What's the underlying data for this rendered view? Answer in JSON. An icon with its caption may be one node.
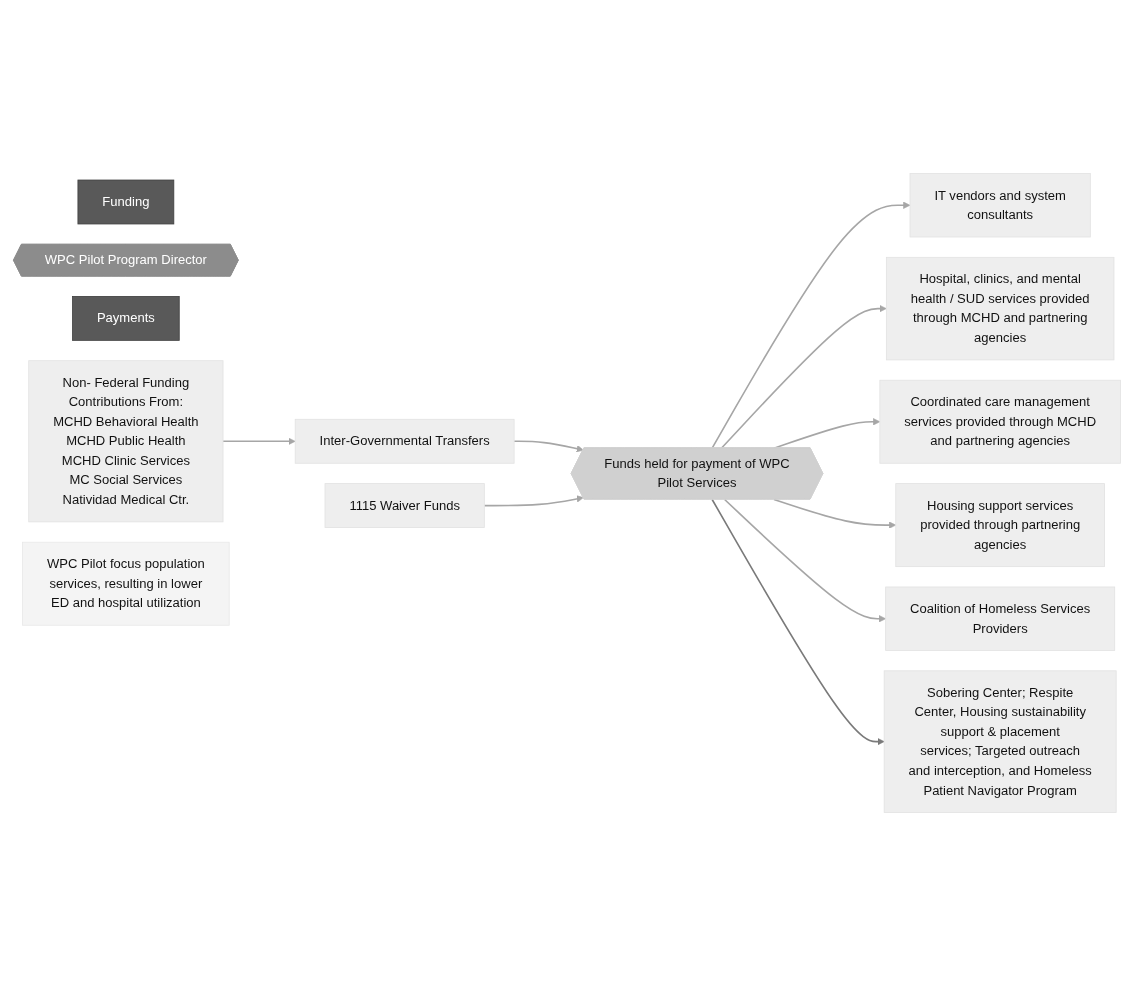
{
  "diagram": {
    "nodes": [
      {
        "text": [
          "Funding"
        ]
      },
      {
        "text": [
          "WPC Pilot Program Director"
        ]
      },
      {
        "text": [
          "Payments"
        ]
      },
      {
        "text": [
          "Non- Federal Funding Contributions From:",
          "MCHD Behavioral Health",
          "MCHD Public Health",
          "MCHD Clinic Services",
          "MC Social Services",
          "Natividad Medical Ctr."
        ]
      },
      {
        "text": [
          "Inter-Governmental Transfers"
        ]
      },
      {
        "text": [
          "1115 Waiver Funds"
        ]
      },
      {
        "text": [
          "Funds held for payment of WPC Pilot Services"
        ]
      },
      {
        "text": [
          "IT vendors and system consultants"
        ]
      },
      {
        "text": [
          "Hospital, clinics, and mental health / SUD services provided through MCHD and partnering agencies"
        ]
      },
      {
        "text": [
          "Coordinated care management services provided through MCHD and partnering agencies"
        ]
      },
      {
        "text": [
          "Housing support services provided through partnering agencies"
        ]
      },
      {
        "text": [
          "Coalition of Homeless Services Providers"
        ]
      },
      {
        "text": [
          "Sobering Center; Respite Center, Housing sustainability support & placement services; Targeted outreach and interception, and Homeless Patient Navigator Program"
        ]
      },
      {
        "text": [
          "WPC Pilot focus population services, resulting in lower ED and hospital utilization"
        ]
      }
    ],
    "edges": [
      {
        "from": 3,
        "to": 4,
        "arrow": "to"
      },
      {
        "from": 4,
        "to": 6,
        "arrow": "to"
      },
      {
        "from": 5,
        "to": 6,
        "arrow": "to"
      },
      {
        "from": 6,
        "to": 7,
        "arrow": "to"
      },
      {
        "from": 6,
        "to": 8,
        "arrow": "to"
      },
      {
        "from": 6,
        "to": 9,
        "arrow": "to"
      },
      {
        "from": 6,
        "to": 10,
        "arrow": "to"
      },
      {
        "from": 6,
        "to": 11,
        "arrow": "to"
      },
      {
        "from": 6,
        "to": 12,
        "arrow": "to",
        "color": "#7a7a7a"
      }
    ]
  }
}
